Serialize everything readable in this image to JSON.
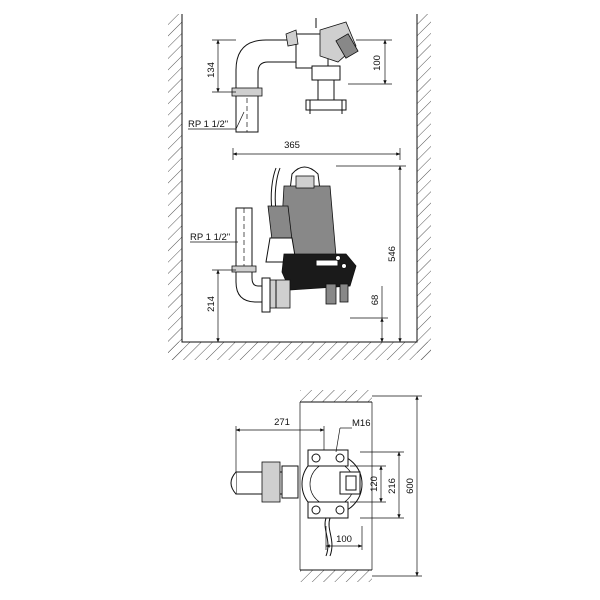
{
  "labels": {
    "dim_134": "134",
    "dim_100_top": "100",
    "rp_top": "RP 1 1/2\"",
    "dim_365": "365",
    "rp_mid": "RP 1 1/2\"",
    "dim_546": "546",
    "dim_214": "214",
    "dim_68": "68",
    "dim_271": "271",
    "m16": "M16",
    "dim_120": "120",
    "dim_216": "216",
    "dim_600": "600",
    "dim_100_bottom": "100"
  },
  "colors": {
    "line": "#111111",
    "hatch": "#555555",
    "pump_body": "#1a1a1a",
    "pipe_fill": "#cfcfcf",
    "background": "#ffffff"
  }
}
